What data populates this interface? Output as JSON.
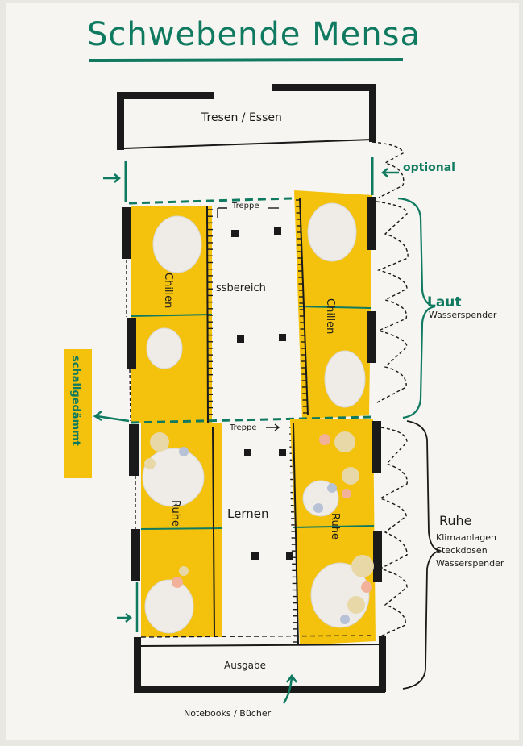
{
  "title": "Schwebende Mensa",
  "labels": {
    "tresen": "Tresen / Essen",
    "optional": "optional",
    "treppe_top": "Treppe",
    "treppe_mid": "Treppe",
    "essbereich": "ssbereich",
    "chillen_left": "Chillen",
    "chillen_right": "Chillen",
    "laut": "Laut",
    "wasserspender_laut": "Wasserspender",
    "schallgedaemmt": "schallgedämmt",
    "ruhe_left": "Ruhe",
    "ruhe_right": "Ruhe",
    "lernen": "Lernen",
    "ruhe_zone": "Ruhe",
    "klimaanlagen": "Klimaanlagen",
    "steckdosen": "Steckdosen",
    "wasserspender_ruhe": "Wasserspender",
    "ausgabe": "Ausgabe",
    "notebooks": "Notebooks / Bücher"
  },
  "colors": {
    "paper": "#f6f5f1",
    "yellow": "#f4c20d",
    "teal": "#0f7a60",
    "black": "#1a1a1a",
    "felt": "#efece8"
  }
}
